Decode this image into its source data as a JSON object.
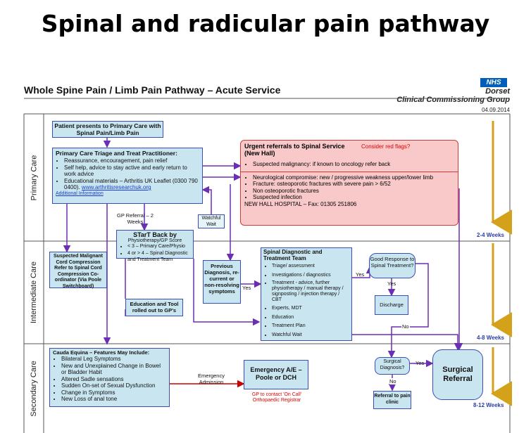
{
  "slide_title": "Spinal and radicular pain pathway",
  "doc_title": "Whole Spine Pain / Limb Pain Pathway – Acute Service",
  "nhs_logo": "NHS",
  "ccg_line1": "Dorset",
  "ccg_line2": "Clinical Commissioning Group",
  "date": "04.09.2014",
  "lanes": [
    "Primary Care",
    "Intermediate Care",
    "Secondary Care"
  ],
  "weeks": [
    "2-4 Weeks",
    "4-8 Weeks",
    "8-12 Weeks"
  ],
  "patient_presents": "Patient presents to Primary Care with Spinal Pain/Limb Pain",
  "triage": {
    "title": "Primary Care Triage and Treat Practitioner:",
    "items": [
      "Reassurance, encouragement, pain relief",
      "Self help, advice to stay active and early return to work advice",
      "Educational materials – Arthritis UK Leaflet (0300 790 0400).",
      "www.arthritisresearchuk.org"
    ],
    "additional": "Additional Information"
  },
  "urgent": {
    "title": "Urgent referrals to Spinal Service (New Hall)",
    "red_flags": "Consider red flags?",
    "items1": [
      "Suspected malignancy: if known to oncology refer back"
    ],
    "items2": [
      "Neurological compromise: new / progressive weakness upper/lower limb",
      "Fracture: osteoporotic fractures with severe pain > 6/52",
      "Non osteoporotic fractures",
      "Suspected infection"
    ],
    "contact": "NEW HALL HOSPITAL – Fax: 01305 251806"
  },
  "gp_referral": "GP Referral – 2 Weeks",
  "watchful_wait": "Watchful Wait",
  "start_back": {
    "title": "STarT Back by",
    "subtitle": "Physiotherapy/GP Score",
    "items": [
      "< 3 – Primary Care/Physio",
      "4 or > 4 – Spinal Diagnostic and Treatment Team"
    ]
  },
  "malignant": "Suspected Malignant Cord Compression Refer to Spinal Cord Compression Co-ordinator (Via Poole Switchboard)",
  "education_tool": "Education and Tool rolled out to GP's",
  "previous_diagnosis": "Previous Diagnosis, re-current or non-resolving symptoms",
  "yes": "Yes",
  "no": "No",
  "spinal_team": {
    "title": "Spinal Diagnostic and Treatment Team",
    "items": [
      "Triage/ assessment",
      "Investigations / diagnostics",
      "Treatment - advice, further physiotherapy / manual therapy / signposting / injection therapy / CBT",
      "Experts, MDT",
      "Education",
      "Treatment Plan",
      "Watchful Wait"
    ]
  },
  "good_response": "Good Response to Spinal Treatment?",
  "discharge": "Discharge",
  "cauda": {
    "title": "Cauda Equina – Features May Include:",
    "items": [
      "Bilateral Leg Symptoms",
      "New and Unexplained Change in Bowel or Bladder Habit",
      "Altered Sadle sensations",
      "Sudden On-set of Sexual Dysfunction",
      "Change in Symptoms",
      "New Loss of anal tone"
    ]
  },
  "emergency_admission": "Emergency Admission",
  "emergency_ae": "Emergency A/E – Poole or DCH",
  "gp_contact": "GP to contact 'On Call' Orthopaedic Registrar",
  "surgical_diagnosis": "Surgical Diagnosis?",
  "surgical_referral": "Surgical Referral",
  "pain_clinic": "Referral to pain clinic",
  "colors": {
    "box_fill": "#c9e6f0",
    "box_border": "#3a4fb0",
    "urgent_fill": "#f9c9c9",
    "urgent_border": "#d23a3a",
    "arrow_purple": "#6b2fb5",
    "arrow_red": "#cc0000",
    "weeks_arrow": "#d4a21a",
    "nhs_blue": "#005eb8"
  }
}
